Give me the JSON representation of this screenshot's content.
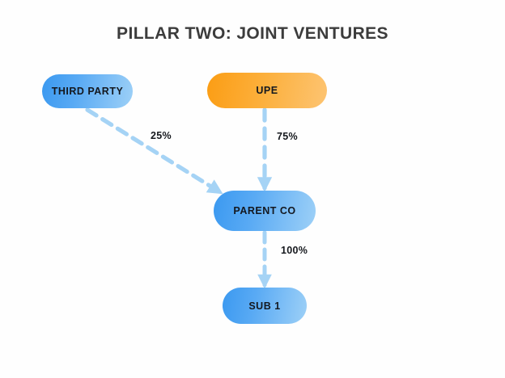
{
  "diagram": {
    "title": "PILLAR TWO: JOINT VENTURES",
    "background_color": "#fefefe",
    "title_color": "#3c3c3c",
    "edge_color": "#a5d3f5",
    "nodes": [
      {
        "id": "third-party",
        "label": "THIRD PARTY",
        "shape": "pill",
        "fill_start": "#3b99f0",
        "fill_end": "#9dd0f7",
        "text_color": "#14181f"
      },
      {
        "id": "upe",
        "label": "UPE",
        "shape": "pill",
        "fill_start": "#fb9d14",
        "fill_end": "#fdc472",
        "text_color": "#14181f"
      },
      {
        "id": "parent-co",
        "label": "PARENT CO",
        "shape": "pill",
        "fill_start": "#3b99f0",
        "fill_end": "#9dd0f7",
        "text_color": "#14181f"
      },
      {
        "id": "sub-1",
        "label": "SUB 1",
        "shape": "pill",
        "fill_start": "#3b99f0",
        "fill_end": "#9dd0f7",
        "text_color": "#14181f"
      }
    ],
    "edges": [
      {
        "id": "third-party-to-parent-co",
        "from": "third-party",
        "to": "parent-co",
        "label": "25%",
        "style": "dashed",
        "arrow": "triangle",
        "color": "#a5d3f5"
      },
      {
        "id": "upe-to-parent-co",
        "from": "upe",
        "to": "parent-co",
        "label": "75%",
        "style": "dashed",
        "arrow": "triangle",
        "color": "#a5d3f5"
      },
      {
        "id": "parent-co-to-sub-1",
        "from": "parent-co",
        "to": "sub-1",
        "label": "100%",
        "style": "dashed",
        "arrow": "triangle",
        "color": "#a5d3f5"
      }
    ]
  }
}
